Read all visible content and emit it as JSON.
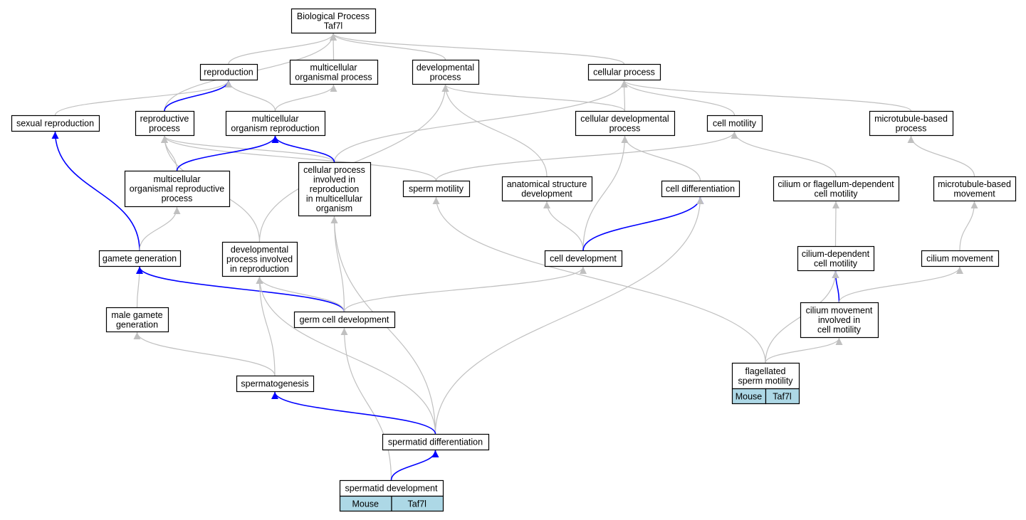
{
  "colors": {
    "edge_default": "#c0c0c0",
    "edge_highlight": "#0000ff",
    "node_border": "#000000",
    "node_fill": "#ffffff",
    "annotation_fill": "#add8e6"
  },
  "nodes": {
    "bp_taf7l": {
      "lines": [
        "Biological Process",
        "Taf7l"
      ]
    },
    "reproduction": {
      "lines": [
        "reproduction"
      ]
    },
    "multicellular_organismal_process": {
      "lines": [
        "multicellular",
        "organismal process"
      ]
    },
    "developmental_process": {
      "lines": [
        "developmental",
        "process"
      ]
    },
    "cellular_process": {
      "lines": [
        "cellular process"
      ]
    },
    "sexual_reproduction": {
      "lines": [
        "sexual reproduction"
      ]
    },
    "reproductive_process": {
      "lines": [
        "reproductive",
        "process"
      ]
    },
    "multicellular_organism_reproduction": {
      "lines": [
        "multicellular",
        "organism reproduction"
      ]
    },
    "cellular_developmental_process": {
      "lines": [
        "cellular developmental",
        "process"
      ]
    },
    "cell_motility": {
      "lines": [
        "cell motility"
      ]
    },
    "microtubule_based_process": {
      "lines": [
        "microtubule-based",
        "process"
      ]
    },
    "multicellular_organismal_reproductive_process": {
      "lines": [
        "multicellular",
        "organismal reproductive",
        "process"
      ]
    },
    "cellular_process_involved_in_reproduction": {
      "lines": [
        "cellular process",
        "involved in",
        "reproduction",
        "in multicellular",
        "organism"
      ]
    },
    "sperm_motility": {
      "lines": [
        "sperm motility"
      ]
    },
    "anatomical_structure_development": {
      "lines": [
        "anatomical structure",
        "development"
      ]
    },
    "cell_differentiation": {
      "lines": [
        "cell differentiation"
      ]
    },
    "cilium_or_flagellum_dependent_cell_motility": {
      "lines": [
        "cilium or flagellum-dependent",
        "cell motility"
      ]
    },
    "microtubule_based_movement": {
      "lines": [
        "microtubule-based",
        "movement"
      ]
    },
    "gamete_generation": {
      "lines": [
        "gamete generation"
      ]
    },
    "developmental_process_involved_in_reproduction": {
      "lines": [
        "developmental",
        "process involved",
        "in reproduction"
      ]
    },
    "cell_development": {
      "lines": [
        "cell development"
      ]
    },
    "cilium_dependent_cell_motility": {
      "lines": [
        "cilium-dependent",
        "cell motility"
      ]
    },
    "cilium_movement": {
      "lines": [
        "cilium movement"
      ]
    },
    "male_gamete_generation": {
      "lines": [
        "male gamete",
        "generation"
      ]
    },
    "germ_cell_development": {
      "lines": [
        "germ cell development"
      ]
    },
    "cilium_movement_involved_in_cell_motility": {
      "lines": [
        "cilium movement",
        "involved in",
        "cell motility"
      ]
    },
    "spermatogenesis": {
      "lines": [
        "spermatogenesis"
      ]
    },
    "flagellated_sperm_motility": {
      "lines": [
        "flagellated",
        "sperm motility"
      ],
      "annotations": [
        "Mouse",
        "Taf7l"
      ]
    },
    "spermatid_differentiation": {
      "lines": [
        "spermatid differentiation"
      ]
    },
    "spermatid_development": {
      "lines": [
        "spermatid development"
      ],
      "annotations": [
        "Mouse",
        "Taf7l"
      ]
    }
  },
  "edges": [
    {
      "from": "reproduction",
      "to": "bp_taf7l",
      "highlight": false
    },
    {
      "from": "multicellular_organismal_process",
      "to": "bp_taf7l",
      "highlight": false
    },
    {
      "from": "developmental_process",
      "to": "bp_taf7l",
      "highlight": false
    },
    {
      "from": "cellular_process",
      "to": "bp_taf7l",
      "highlight": false
    },
    {
      "from": "reproductive_process",
      "to": "bp_taf7l",
      "highlight": false
    },
    {
      "from": "sexual_reproduction",
      "to": "reproduction",
      "highlight": false
    },
    {
      "from": "reproductive_process",
      "to": "reproduction",
      "highlight": true
    },
    {
      "from": "multicellular_organism_reproduction",
      "to": "reproduction",
      "highlight": false
    },
    {
      "from": "multicellular_organism_reproduction",
      "to": "multicellular_organismal_process",
      "highlight": false
    },
    {
      "from": "cellular_developmental_process",
      "to": "developmental_process",
      "highlight": false
    },
    {
      "from": "anatomical_structure_development",
      "to": "developmental_process",
      "highlight": false
    },
    {
      "from": "developmental_process_involved_in_reproduction",
      "to": "developmental_process",
      "highlight": false
    },
    {
      "from": "cellular_developmental_process",
      "to": "cellular_process",
      "highlight": false
    },
    {
      "from": "cell_motility",
      "to": "cellular_process",
      "highlight": false
    },
    {
      "from": "microtubule_based_process",
      "to": "cellular_process",
      "highlight": false
    },
    {
      "from": "cellular_process_involved_in_reproduction",
      "to": "cellular_process",
      "highlight": false
    },
    {
      "from": "multicellular_organismal_reproductive_process",
      "to": "reproductive_process",
      "highlight": false
    },
    {
      "from": "cellular_process_involved_in_reproduction",
      "to": "reproductive_process",
      "highlight": false
    },
    {
      "from": "sperm_motility",
      "to": "reproductive_process",
      "highlight": false
    },
    {
      "from": "developmental_process_involved_in_reproduction",
      "to": "reproductive_process",
      "highlight": false
    },
    {
      "from": "multicellular_organismal_reproductive_process",
      "to": "multicellular_organism_reproduction",
      "highlight": true
    },
    {
      "from": "cellular_process_involved_in_reproduction",
      "to": "multicellular_organism_reproduction",
      "highlight": true
    },
    {
      "from": "cell_differentiation",
      "to": "cellular_developmental_process",
      "highlight": false
    },
    {
      "from": "cell_development",
      "to": "cellular_developmental_process",
      "highlight": false
    },
    {
      "from": "sperm_motility",
      "to": "cell_motility",
      "highlight": false
    },
    {
      "from": "cilium_or_flagellum_dependent_cell_motility",
      "to": "cell_motility",
      "highlight": false
    },
    {
      "from": "microtubule_based_movement",
      "to": "microtubule_based_process",
      "highlight": false
    },
    {
      "from": "gamete_generation",
      "to": "sexual_reproduction",
      "highlight": true
    },
    {
      "from": "gamete_generation",
      "to": "multicellular_organismal_reproductive_process",
      "highlight": false
    },
    {
      "from": "germ_cell_development",
      "to": "cellular_process_involved_in_reproduction",
      "highlight": false
    },
    {
      "from": "spermatid_differentiation",
      "to": "cellular_process_involved_in_reproduction",
      "highlight": false
    },
    {
      "from": "flagellated_sperm_motility",
      "to": "sperm_motility",
      "highlight": false
    },
    {
      "from": "cell_development",
      "to": "anatomical_structure_development",
      "highlight": false
    },
    {
      "from": "cell_development",
      "to": "cell_differentiation",
      "highlight": true
    },
    {
      "from": "spermatid_differentiation",
      "to": "cell_differentiation",
      "highlight": false
    },
    {
      "from": "cilium_dependent_cell_motility",
      "to": "cilium_or_flagellum_dependent_cell_motility",
      "highlight": false
    },
    {
      "from": "cilium_movement",
      "to": "microtubule_based_movement",
      "highlight": false
    },
    {
      "from": "male_gamete_generation",
      "to": "gamete_generation",
      "highlight": false
    },
    {
      "from": "germ_cell_development",
      "to": "gamete_generation",
      "highlight": true
    },
    {
      "from": "germ_cell_development",
      "to": "developmental_process_involved_in_reproduction",
      "highlight": false
    },
    {
      "from": "spermatogenesis",
      "to": "developmental_process_involved_in_reproduction",
      "highlight": false
    },
    {
      "from": "spermatid_differentiation",
      "to": "developmental_process_involved_in_reproduction",
      "highlight": false
    },
    {
      "from": "germ_cell_development",
      "to": "cell_development",
      "highlight": false
    },
    {
      "from": "cilium_movement_involved_in_cell_motility",
      "to": "cilium_dependent_cell_motility",
      "highlight": true
    },
    {
      "from": "flagellated_sperm_motility",
      "to": "cilium_dependent_cell_motility",
      "highlight": false
    },
    {
      "from": "cilium_movement_involved_in_cell_motility",
      "to": "cilium_movement",
      "highlight": false
    },
    {
      "from": "spermatogenesis",
      "to": "male_gamete_generation",
      "highlight": false
    },
    {
      "from": "spermatid_development",
      "to": "germ_cell_development",
      "highlight": false
    },
    {
      "from": "flagellated_sperm_motility",
      "to": "cilium_movement_involved_in_cell_motility",
      "highlight": false
    },
    {
      "from": "spermatid_differentiation",
      "to": "spermatogenesis",
      "highlight": true
    },
    {
      "from": "spermatid_development",
      "to": "spermatid_differentiation",
      "highlight": true
    }
  ]
}
